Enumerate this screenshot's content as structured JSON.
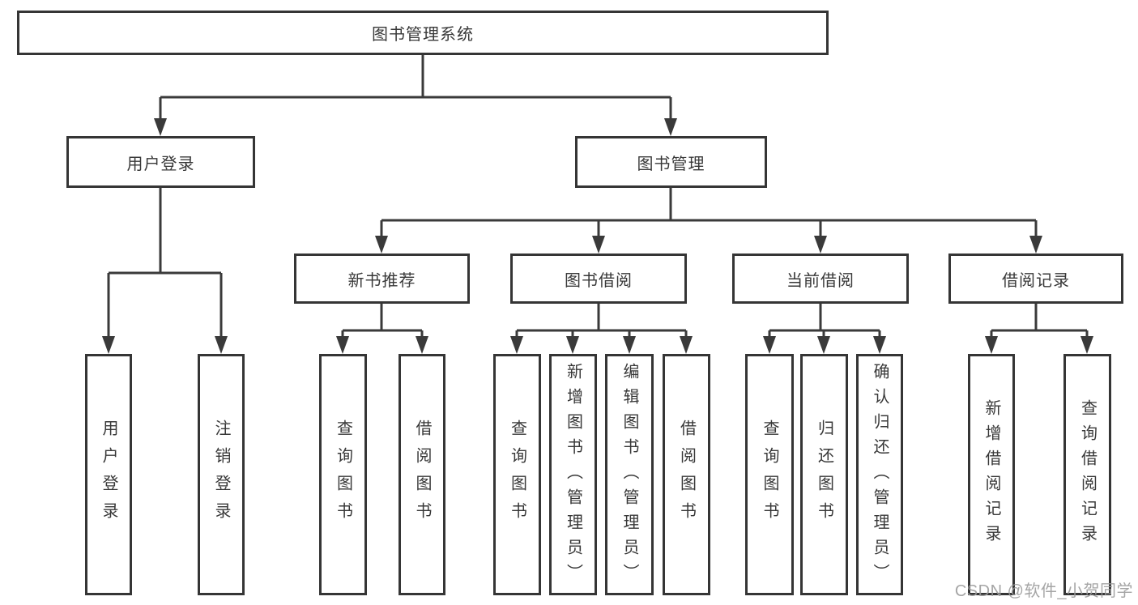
{
  "diagram": {
    "type": "hierarchy-tree",
    "orientation": "top-down",
    "colors": {
      "line": "#3a3a3a",
      "box_border": "#353535",
      "text": "#383838",
      "watermark": "#9c9c9c",
      "background": "#ffffff"
    }
  },
  "tree": {
    "root": {
      "label": "图书管理系统"
    },
    "children": [
      {
        "label": "用户登录",
        "children": [
          {
            "label": "用户登录"
          },
          {
            "label": "注销登录"
          }
        ]
      },
      {
        "label": "图书管理",
        "children": [
          {
            "label": "新书推荐",
            "children": [
              {
                "label": "查询图书"
              },
              {
                "label": "借阅图书"
              }
            ]
          },
          {
            "label": "图书借阅",
            "children": [
              {
                "label": "查询图书"
              },
              {
                "label": "新增图书（管理员）"
              },
              {
                "label": "编辑图书（管理员）"
              },
              {
                "label": "借阅图书"
              }
            ]
          },
          {
            "label": "当前借阅",
            "children": [
              {
                "label": "查询图书"
              },
              {
                "label": "归还图书"
              },
              {
                "label": "确认归还（管理员）"
              }
            ]
          },
          {
            "label": "借阅记录",
            "children": [
              {
                "label": "新增借阅记录"
              },
              {
                "label": "查询借阅记录"
              }
            ]
          }
        ]
      }
    ]
  },
  "watermark": {
    "text": "CSDN @软件_小贺同学"
  }
}
